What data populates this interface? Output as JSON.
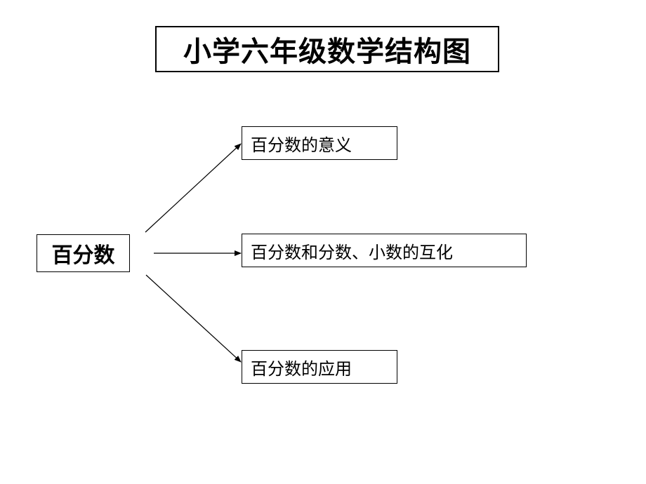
{
  "diagram": {
    "title": "小学六年级数学结构图",
    "root": {
      "label": "百分数"
    },
    "children": [
      {
        "label": "百分数的意义"
      },
      {
        "label": "百分数和分数、小数的互化"
      },
      {
        "label": "百分数的应用"
      }
    ]
  },
  "colors": {
    "stroke": "#000000",
    "text": "#000000",
    "background": "#ffffff"
  }
}
